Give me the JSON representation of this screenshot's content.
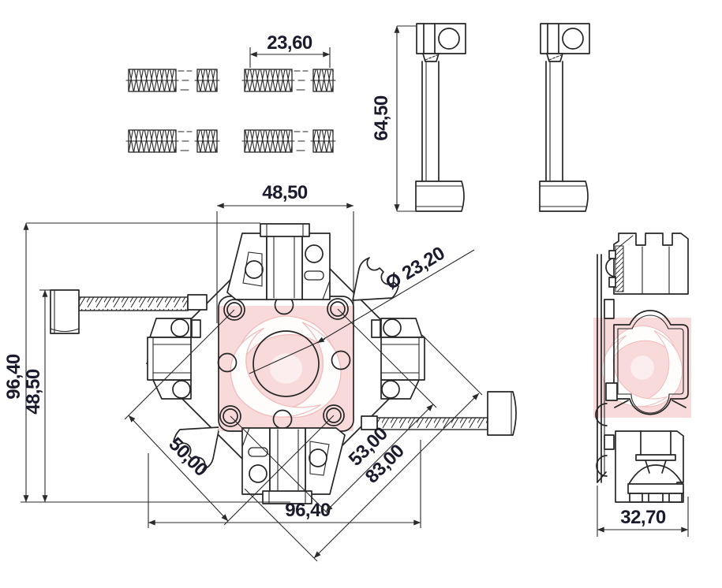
{
  "drawing": {
    "colors": {
      "line": "#262626",
      "dimension_text": "#1b1b2e",
      "watermark_fill": "#f8dada",
      "watermark_swirl": "#ffffff",
      "background": "#ffffff"
    },
    "views": {
      "springs": {
        "label": "brush-springs",
        "count": 4,
        "dims": {
          "free_length": "23,60"
        }
      },
      "brushes": {
        "label": "carbon-brushes-with-leads",
        "count": 2,
        "dims": {
          "overall_length": "64,50"
        }
      },
      "front": {
        "label": "brush-holder-front-view",
        "dims": {
          "plate_width_top": "48,50",
          "overall_height": "96,40",
          "brush_height": "48,50",
          "rivet_diagonal_1": "50,00",
          "rivet_diagonal_2": "53,00",
          "tab_diagonal": "83,00",
          "overall_width_bottom": "96,40",
          "bore_diameter": "Ø 23,20"
        }
      },
      "side": {
        "label": "brush-holder-side-view",
        "dims": {
          "depth": "32,70"
        }
      }
    }
  }
}
